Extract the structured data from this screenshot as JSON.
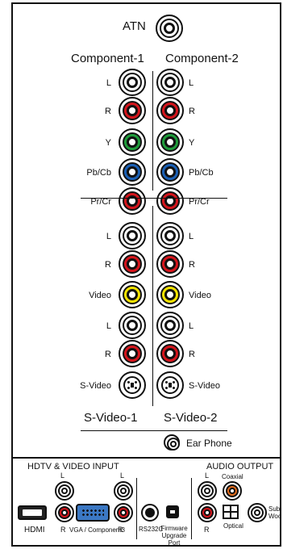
{
  "atn": {
    "label": "ATN"
  },
  "component": {
    "left_title": "Component-1",
    "right_title": "Component-2",
    "rows": [
      {
        "label": "L",
        "color": "#ffffff"
      },
      {
        "label": "R",
        "color": "#d4151c"
      },
      {
        "label": "Y",
        "color": "#1e9b3a"
      },
      {
        "label": "Pb/Cb",
        "color": "#1a5fb4"
      },
      {
        "label": "Pr/Cr",
        "color": "#d4151c"
      }
    ]
  },
  "av": {
    "rows": [
      {
        "label": "L",
        "color": "#ffffff"
      },
      {
        "label": "R",
        "color": "#d4151c"
      },
      {
        "label": "Video",
        "color": "#f2e200"
      },
      {
        "label": "L",
        "color": "#ffffff"
      },
      {
        "label": "R",
        "color": "#d4151c"
      },
      {
        "label": "S-Video",
        "color": "#ffffff"
      }
    ],
    "left_title": "S-Video-1",
    "right_title": "S-Video-2"
  },
  "ear_phone": {
    "label": "Ear Phone"
  },
  "bottom": {
    "hdtv_title": "HDTV & VIDEO INPUT",
    "audio_title": "AUDIO OUTPUT",
    "hdmi_label": "HDMI",
    "hdmi_l_label": "L",
    "hdmi_r_label": "R",
    "vga_label": "VGA / Component3",
    "vga_l_label": "L",
    "vga_r_label": "R",
    "rs232c_label": "RS232C",
    "firmware_label": "Firmware Upgrade Port",
    "audio_l_label": "L",
    "audio_r_label": "R",
    "coaxial_label": "Coaxial",
    "optical_label": "Optical",
    "sub_woofer_label": "Sub Woofer",
    "colors": {
      "red": "#d4151c",
      "orange": "#e06a1b",
      "vga_blue": "#3b78c4"
    }
  }
}
